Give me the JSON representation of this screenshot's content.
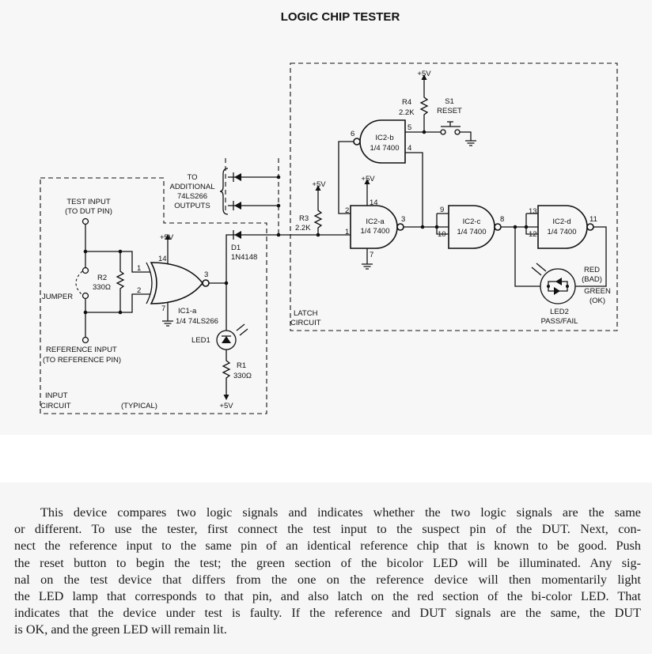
{
  "title": "LOGIC CHIP TESTER",
  "input_circuit": {
    "test_input": [
      "TEST INPUT",
      "(TO DUT PIN)"
    ],
    "reference_input": [
      "REFERENCE INPUT",
      "(TO REFERENCE PIN)"
    ],
    "jumper": "JUMPER",
    "r2": [
      "R2",
      "330Ω"
    ],
    "ic1": [
      "IC1-a",
      "1/4 74LS266"
    ],
    "pins": {
      "p1": "1",
      "p2": "2",
      "p3": "3",
      "p14": "14",
      "p7": "7"
    },
    "vcc": "+5V",
    "d1": [
      "D1",
      "1N4148"
    ],
    "led1": "LED1",
    "r1": [
      "R1",
      "330Ω"
    ],
    "r1_supply": "+5V",
    "box_label": [
      "INPUT",
      "CIRCUIT"
    ],
    "typical": "(TYPICAL)"
  },
  "additional": [
    "TO",
    "ADDITIONAL",
    "74LS266",
    "OUTPUTS"
  ],
  "latch_circuit": {
    "box_label": [
      "LATCH",
      "CIRCUIT"
    ],
    "r3": [
      "R3",
      "2.2K"
    ],
    "r3_supply": "+5V",
    "r4": [
      "R4",
      "2.2K"
    ],
    "r4_supply": "+5V",
    "s1": [
      "S1",
      "RESET"
    ],
    "ic2a": [
      "IC2-a",
      "1/4 7400"
    ],
    "ic2b": [
      "IC2-b",
      "1/4 7400"
    ],
    "ic2c": [
      "IC2-c",
      "1/4 7400"
    ],
    "ic2d": [
      "IC2-d",
      "1/4 7400"
    ],
    "ic2a_supply": "+5V",
    "pins": {
      "p1": "1",
      "p2": "2",
      "p3": "3",
      "p4": "4",
      "p5": "5",
      "p6": "6",
      "p7": "7",
      "p8": "8",
      "p9": "9",
      "p10": "10",
      "p11": "11",
      "p12": "12",
      "p13": "13",
      "p14": "14"
    },
    "led2": [
      "LED2",
      "PASS/FAIL"
    ],
    "red": [
      "RED",
      "(BAD)"
    ],
    "green": [
      "GREEN",
      "(OK)"
    ]
  },
  "caption": [
    "This device compares two logic signals and indicates whether the two logic signals are the same",
    "or different. To use the tester, first connect the test input to the suspect pin of the DUT. Next, con-",
    "nect the reference input to the same pin of an identical reference chip that is known to be good. Push",
    "the reset button to begin the test; the green section of the bicolor LED will be illuminated. Any sig-",
    "nal on the test device that differs from the one on the reference device will then momentarily light",
    "the LED lamp that corresponds to that pin, and also latch on the red section of the bi-color LED. That",
    "indicates that the device under test is faulty. If the reference and DUT signals are the same, the DUT",
    "is OK, and the green LED will remain lit."
  ]
}
